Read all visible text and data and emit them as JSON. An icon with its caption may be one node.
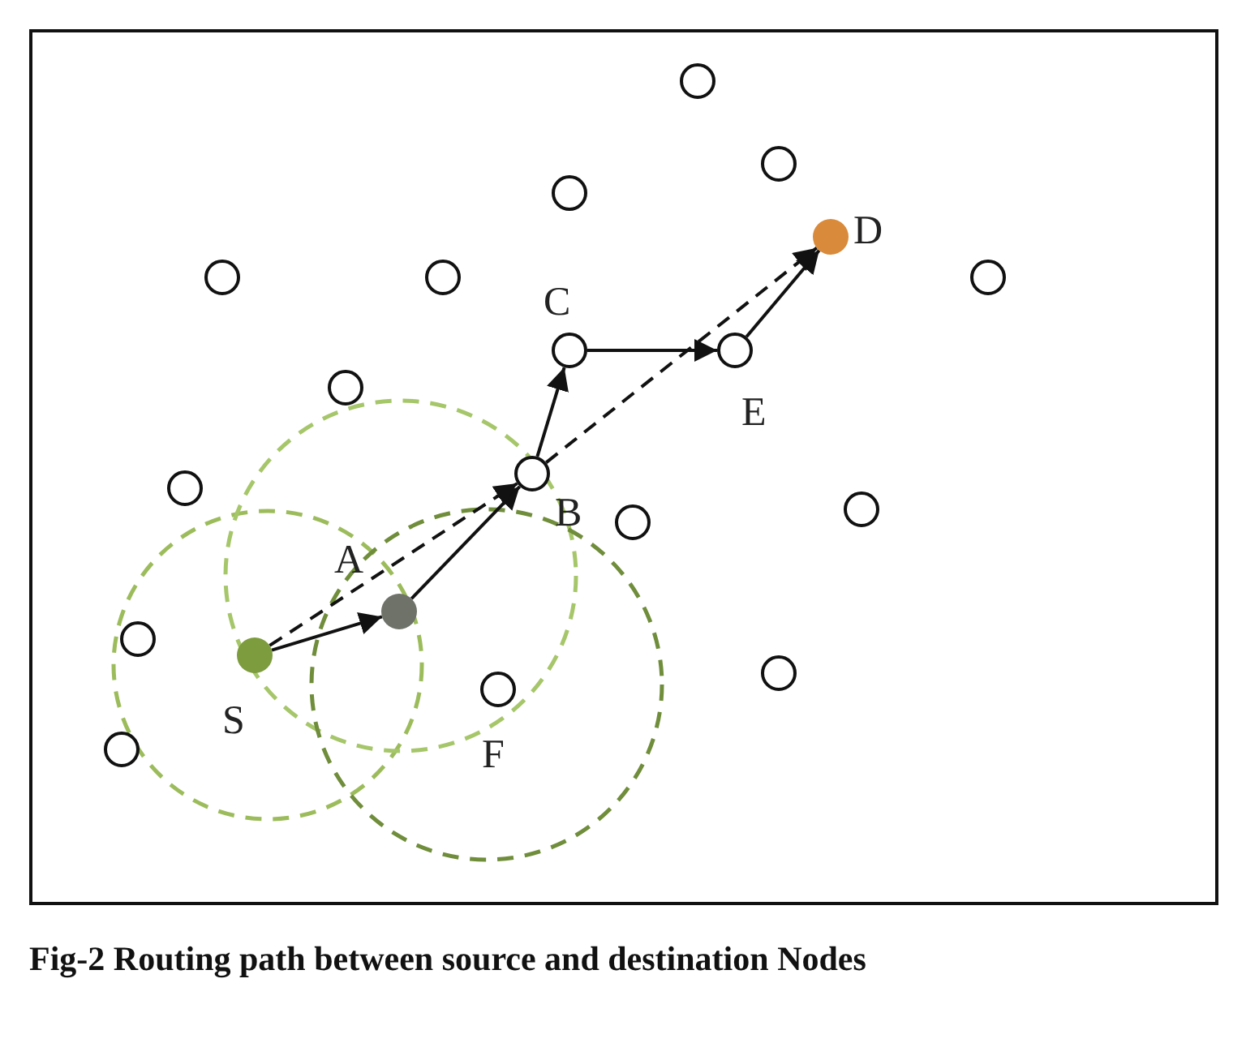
{
  "diagram": {
    "caption": "Fig-2 Routing path between source and destination Nodes",
    "nodes": [
      {
        "text": [],
        "shape": "circle"
      },
      {
        "text": [],
        "shape": "circle"
      },
      {
        "text": [],
        "shape": "circle"
      },
      {
        "text": [],
        "shape": "circle",
        "beside": [
          "D"
        ]
      },
      {
        "text": [],
        "shape": "circle"
      },
      {
        "text": [],
        "shape": "circle"
      },
      {
        "text": [],
        "shape": "circle"
      },
      {
        "text": [],
        "shape": "circle",
        "beside": [
          "C"
        ]
      },
      {
        "text": [],
        "shape": "circle",
        "beside": [
          "E"
        ]
      },
      {
        "text": [],
        "shape": "circle"
      },
      {
        "text": [],
        "shape": "circle",
        "beside": [
          "B"
        ]
      },
      {
        "text": [],
        "shape": "circle"
      },
      {
        "text": [],
        "shape": "circle"
      },
      {
        "text": [],
        "shape": "circle"
      },
      {
        "text": [],
        "shape": "circle",
        "beside": [
          "A"
        ]
      },
      {
        "text": [],
        "shape": "circle"
      },
      {
        "text": [],
        "shape": "circle",
        "beside": [
          "S"
        ]
      },
      {
        "text": [],
        "shape": "circle"
      },
      {
        "text": [],
        "shape": "circle",
        "beside": [
          "F"
        ]
      },
      {
        "text": [],
        "shape": "circle"
      }
    ],
    "edges": [
      {
        "from": 16,
        "to": 14,
        "arrow": "to"
      },
      {
        "from": 14,
        "to": 10,
        "arrow": "to"
      },
      {
        "from": 10,
        "to": 7,
        "arrow": "to"
      },
      {
        "from": 7,
        "to": 8,
        "arrow": "to"
      },
      {
        "from": 8,
        "to": 3,
        "arrow": "to"
      },
      {
        "from": 16,
        "to": 10,
        "arrow": "to",
        "style": "dashed"
      },
      {
        "from": 10,
        "to": 3,
        "arrow": "to",
        "style": "dashed"
      }
    ]
  }
}
